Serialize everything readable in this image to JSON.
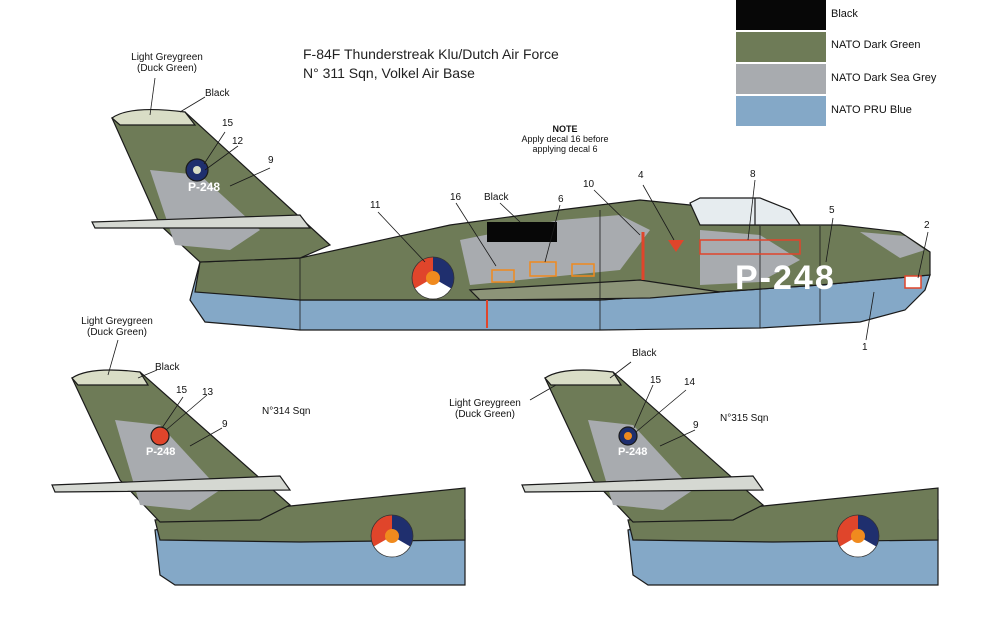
{
  "title": {
    "line1": "F-84F Thunderstreak Klu/Dutch Air Force",
    "line2": "N° 311 Sqn, Volkel Air Base"
  },
  "legend": [
    {
      "label": "Black",
      "color": "#070707"
    },
    {
      "label": "NATO Dark Green",
      "color": "#6e7b57"
    },
    {
      "label": "NATO Dark Sea Grey",
      "color": "#a8abaf"
    },
    {
      "label": "NATO PRU Blue",
      "color": "#84a8c7"
    }
  ],
  "note": {
    "heading": "NOTE",
    "line1": "Apply decal 16 before",
    "line2": "applying decal 6"
  },
  "main_profile": {
    "tail_color_label_1": "Light Greygreen",
    "tail_color_label_2": "(Duck Green)",
    "black_tip": "Black",
    "black_panel": "Black",
    "serial": "P-248",
    "tail_serial": "P-248",
    "callouts": [
      "15",
      "12",
      "9",
      "11",
      "16",
      "6",
      "10",
      "4",
      "8",
      "5",
      "2",
      "1"
    ]
  },
  "tail_314": {
    "color_label_1": "Light Greygreen",
    "color_label_2": "(Duck Green)",
    "black_tip": "Black",
    "squadron": "N°314 Sqn",
    "tail_serial": "P-248",
    "callouts": [
      "15",
      "13",
      "9"
    ]
  },
  "tail_315": {
    "color_label_1": "Light Greygreen",
    "color_label_2": "(Duck Green)",
    "black_tip": "Black",
    "squadron": "N°315 Sqn",
    "tail_serial": "P-248",
    "callouts": [
      "15",
      "14",
      "9"
    ]
  },
  "colors": {
    "green": "#6e7b57",
    "grey": "#a8abaf",
    "blue": "#84a8c7",
    "duck": "#d9ddc6",
    "roundel_red": "#e0452b",
    "roundel_blue": "#1f2f6e",
    "roundel_orange": "#f08a1e"
  }
}
